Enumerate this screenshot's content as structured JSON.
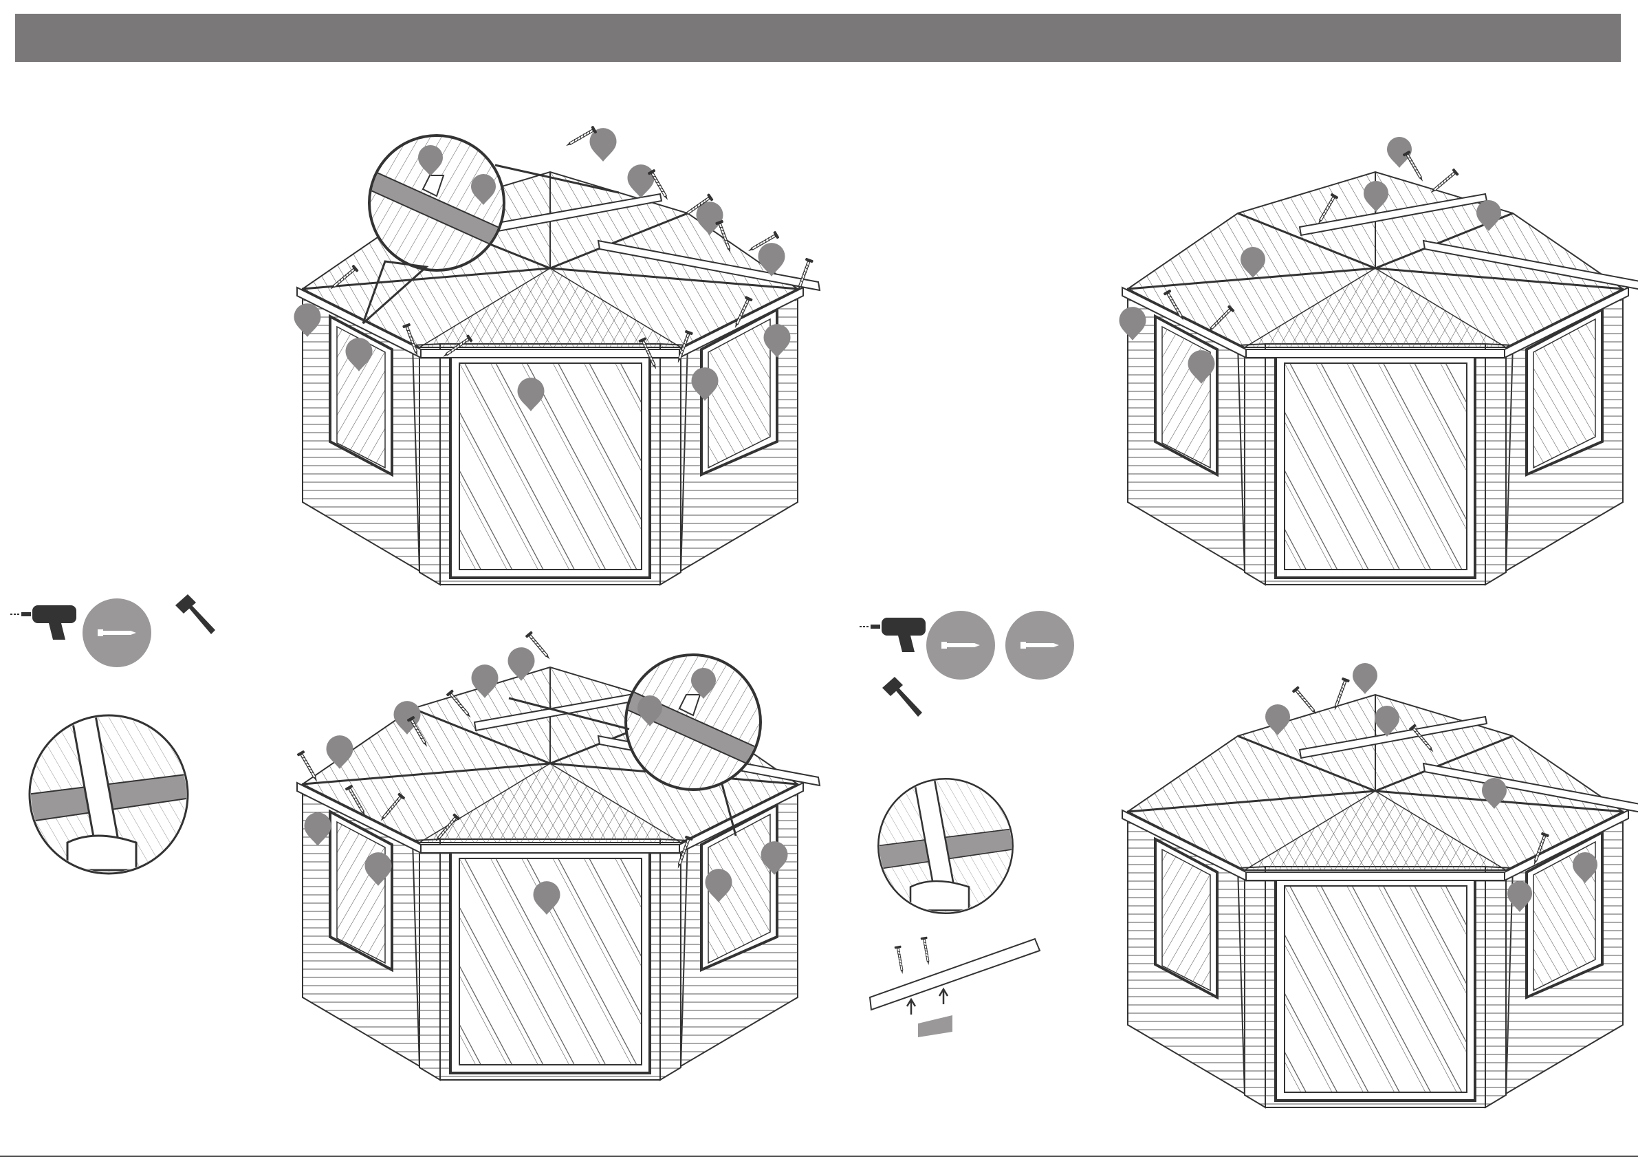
{
  "header": {
    "color": "#7a7879"
  },
  "marker_color": "#8a8889",
  "steps": [
    {
      "id": "step-1",
      "pieces": [
        "drill-icon",
        "screw-badge",
        "hammer-icon"
      ]
    },
    {
      "id": "step-2",
      "pieces": [
        "drill-icon",
        "screw-badge",
        "screw-badge",
        "hammer-icon"
      ]
    }
  ]
}
